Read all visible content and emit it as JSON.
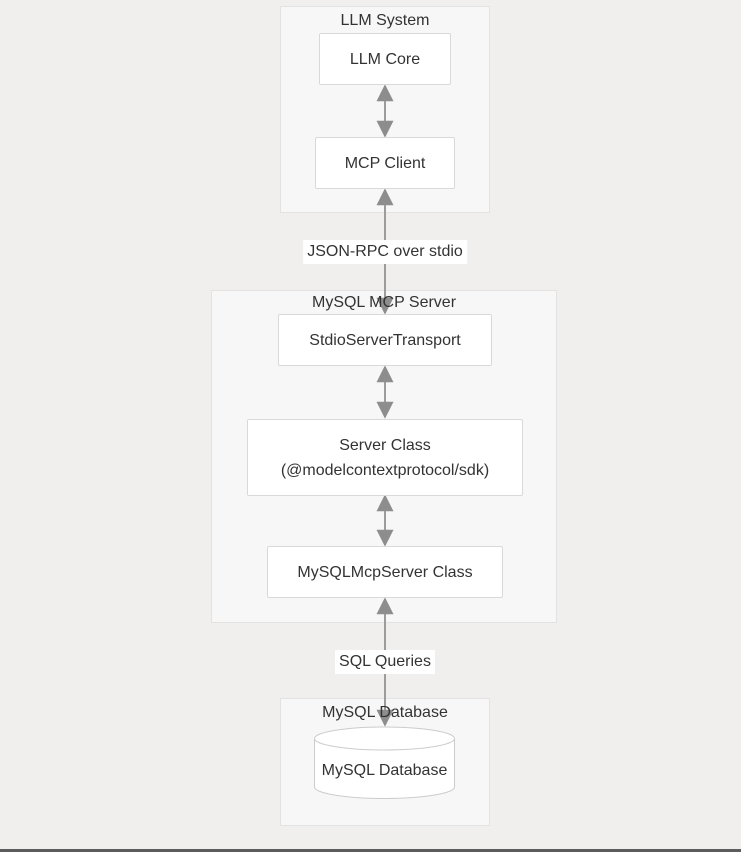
{
  "page": {
    "background_color": "#f0efed",
    "bottom_bar_color": "#5c5c5e"
  },
  "colors": {
    "cluster_fill": "#f7f7f7",
    "cluster_border": "#e2e2e2",
    "node_fill": "#ffffff",
    "node_border": "#d9d9d9",
    "arrow_line": "#9c9c9c",
    "arrow_head": "#8d8d8d",
    "text": "#333333",
    "edge_label_background": "#ffffff"
  },
  "diagram": {
    "type": "flowchart-vertical",
    "clusters": [
      {
        "id": "llm_system",
        "title": "LLM System"
      },
      {
        "id": "mysql_mcp_server",
        "title": "MySQL MCP Server"
      },
      {
        "id": "mysql_database",
        "title": "MySQL Database"
      }
    ],
    "nodes": [
      {
        "id": "llm_core",
        "label": "LLM Core",
        "shape": "rect",
        "cluster": "llm_system"
      },
      {
        "id": "mcp_client",
        "label": "MCP Client",
        "shape": "rect",
        "cluster": "llm_system"
      },
      {
        "id": "stdio_server_transport",
        "label": "StdioServerTransport",
        "shape": "rect",
        "cluster": "mysql_mcp_server"
      },
      {
        "id": "server_class",
        "label_line1": "Server Class",
        "label_line2": "(@modelcontextprotocol/sdk)",
        "shape": "rect",
        "cluster": "mysql_mcp_server"
      },
      {
        "id": "mysql_mcp_server_class",
        "label": "MySQLMcpServer Class",
        "shape": "rect",
        "cluster": "mysql_mcp_server"
      },
      {
        "id": "mysql_database_cylinder",
        "label": "MySQL Database",
        "shape": "cylinder",
        "cluster": "mysql_database"
      }
    ],
    "edges": [
      {
        "from": "llm_core",
        "to": "mcp_client",
        "bidirectional": true,
        "label": ""
      },
      {
        "from": "mcp_client",
        "to": "stdio_server_transport",
        "bidirectional": true,
        "label": "JSON-RPC over stdio"
      },
      {
        "from": "stdio_server_transport",
        "to": "server_class",
        "bidirectional": true,
        "label": ""
      },
      {
        "from": "server_class",
        "to": "mysql_mcp_server_class",
        "bidirectional": true,
        "label": ""
      },
      {
        "from": "mysql_mcp_server_class",
        "to": "mysql_database_cylinder",
        "bidirectional": true,
        "label": "SQL Queries"
      }
    ]
  }
}
